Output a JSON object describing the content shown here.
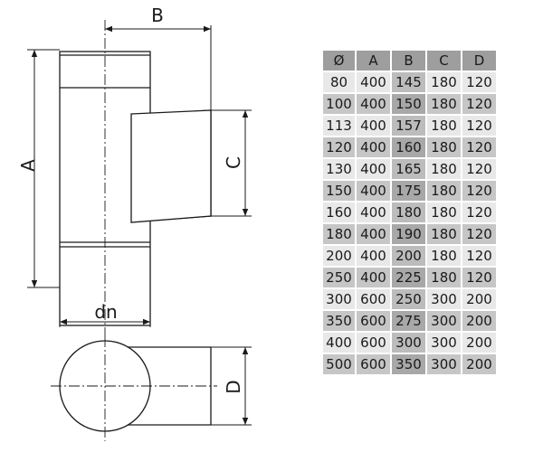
{
  "drawing": {
    "labels": {
      "a": "A",
      "b": "B",
      "c": "C",
      "d": "D",
      "dn": "dn"
    }
  },
  "table": {
    "headers": [
      "Ø",
      "A",
      "B",
      "C",
      "D"
    ],
    "rows": [
      [
        "80",
        "400",
        "145",
        "180",
        "120"
      ],
      [
        "100",
        "400",
        "150",
        "180",
        "120"
      ],
      [
        "113",
        "400",
        "157",
        "180",
        "120"
      ],
      [
        "120",
        "400",
        "160",
        "180",
        "120"
      ],
      [
        "130",
        "400",
        "165",
        "180",
        "120"
      ],
      [
        "150",
        "400",
        "175",
        "180",
        "120"
      ],
      [
        "160",
        "400",
        "180",
        "180",
        "120"
      ],
      [
        "180",
        "400",
        "190",
        "180",
        "120"
      ],
      [
        "200",
        "400",
        "200",
        "180",
        "120"
      ],
      [
        "250",
        "400",
        "225",
        "180",
        "120"
      ],
      [
        "300",
        "600",
        "250",
        "300",
        "200"
      ],
      [
        "350",
        "600",
        "275",
        "300",
        "200"
      ],
      [
        "400",
        "600",
        "300",
        "300",
        "200"
      ],
      [
        "500",
        "600",
        "350",
        "300",
        "200"
      ]
    ]
  }
}
